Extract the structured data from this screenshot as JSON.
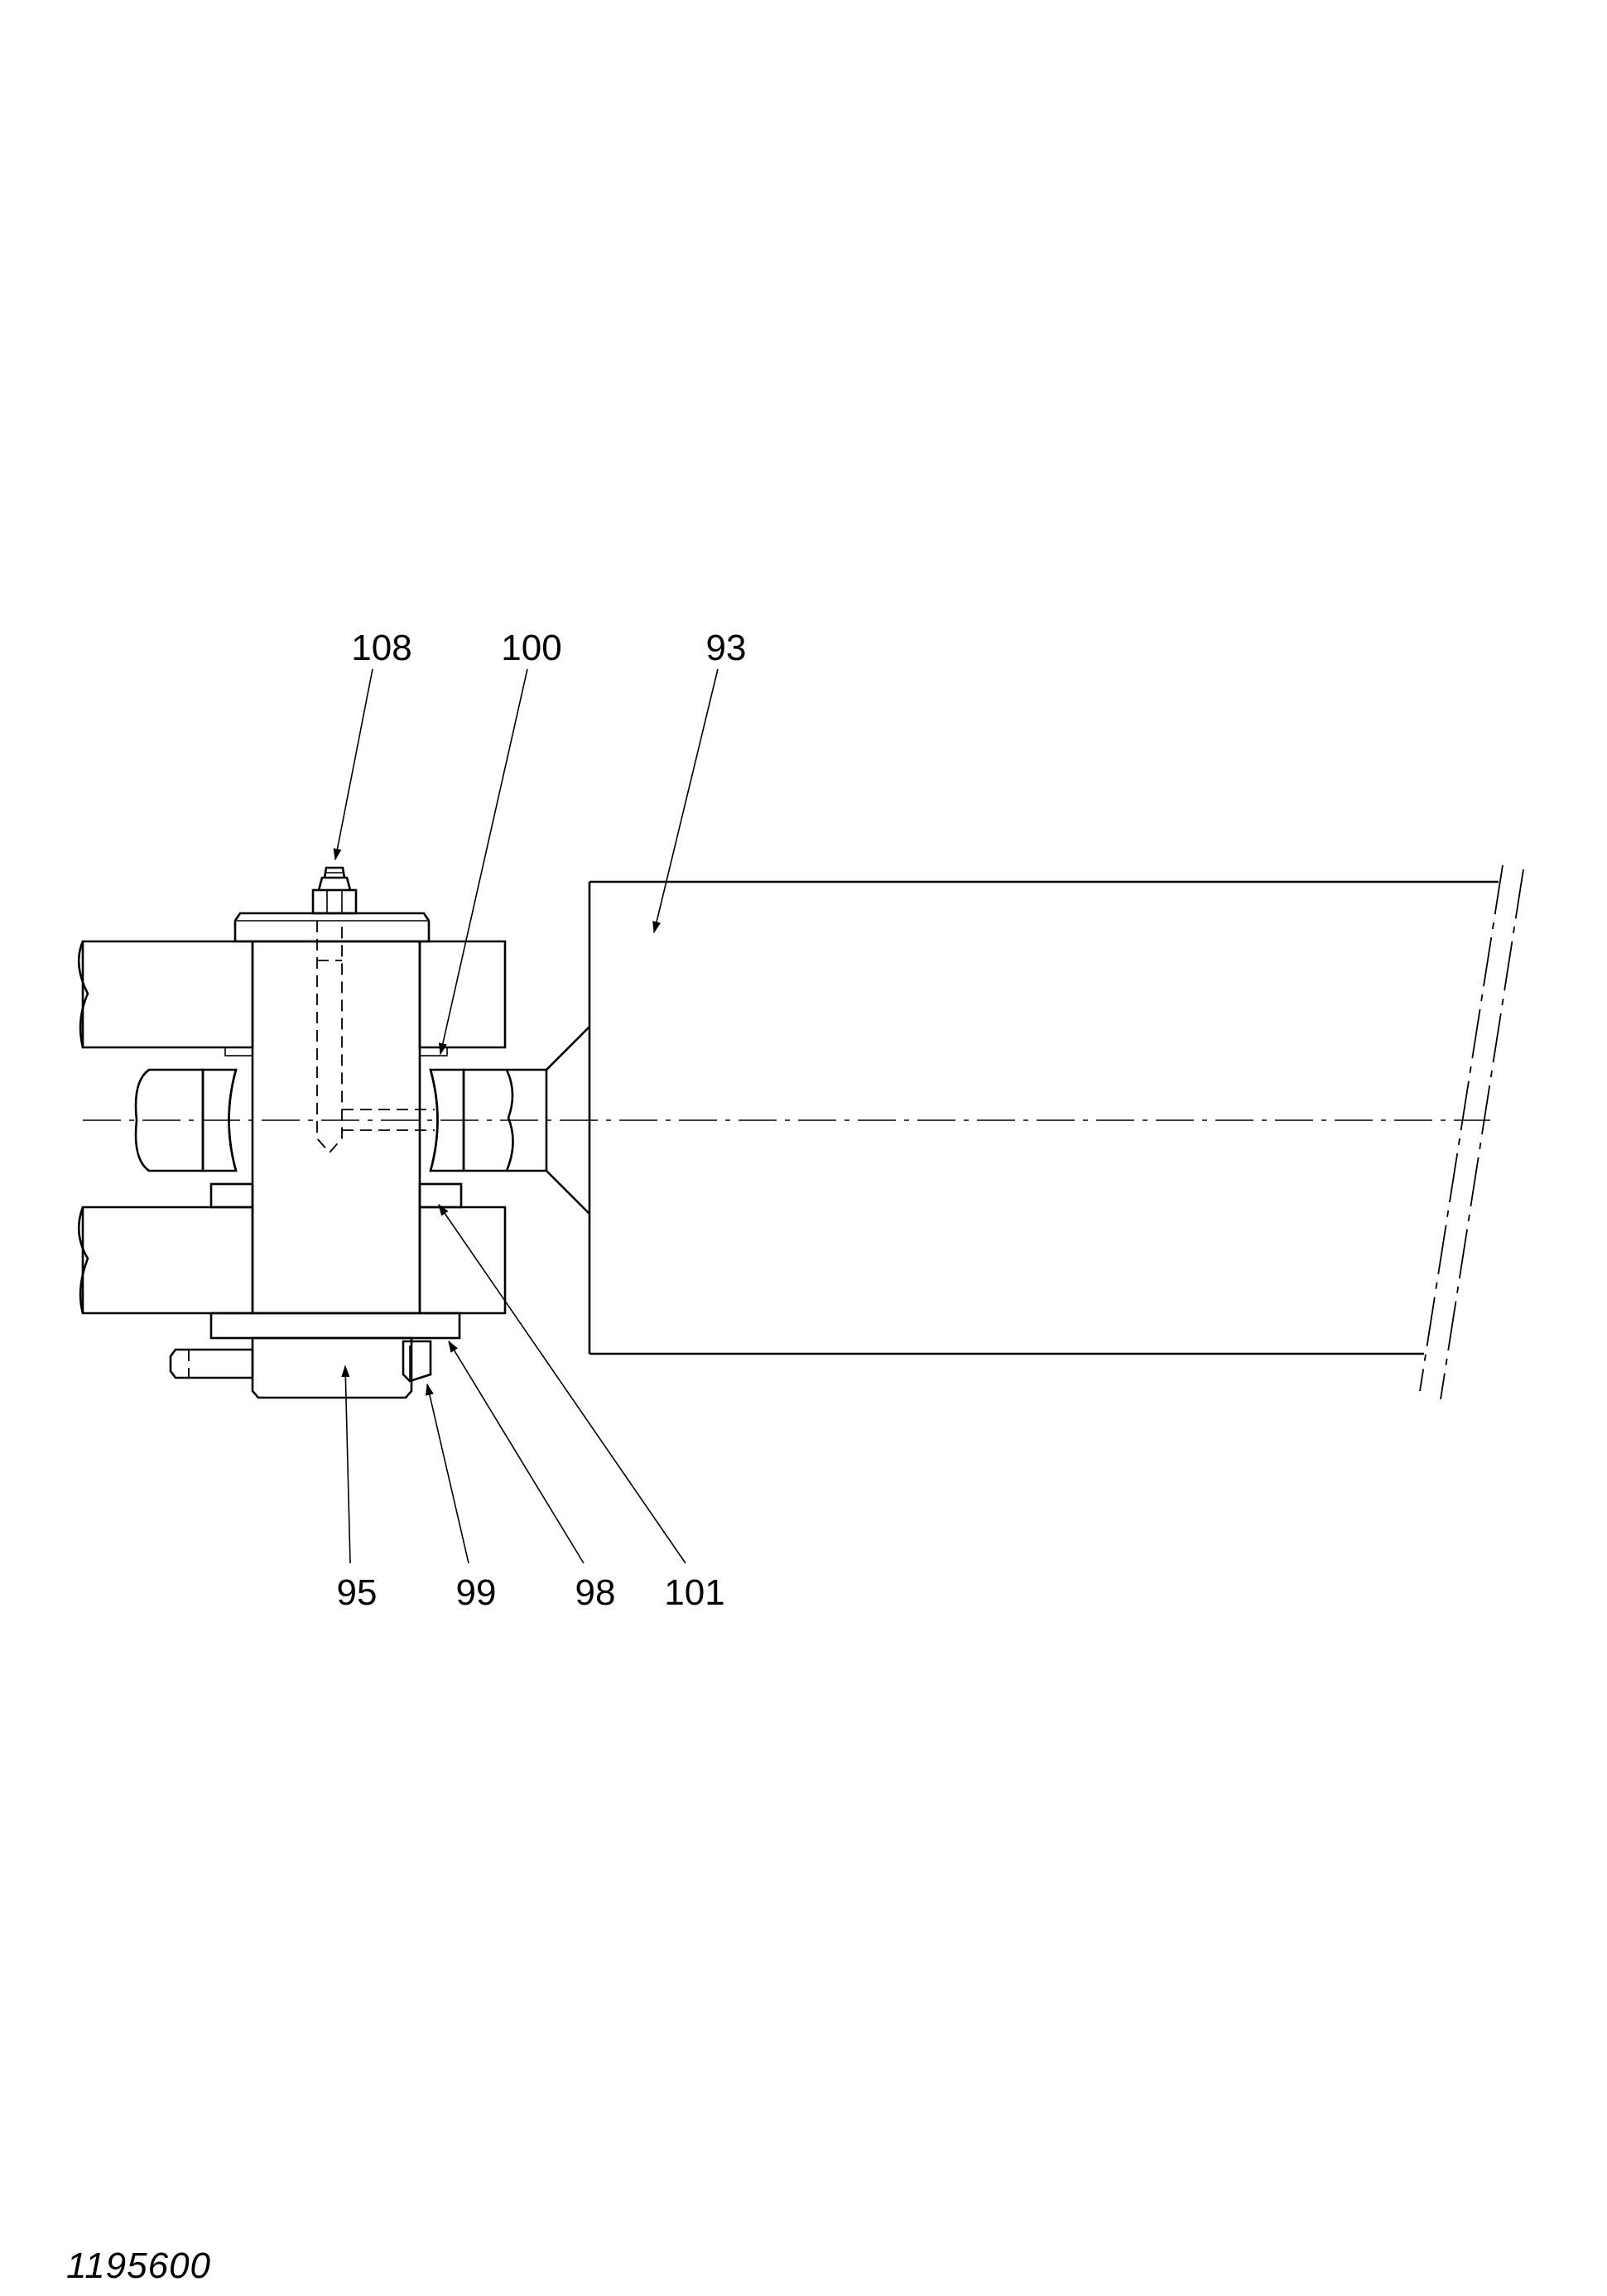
{
  "drawing_number": "1195600",
  "callouts": [
    {
      "id": "108",
      "label": "108"
    },
    {
      "id": "100",
      "label": "100"
    },
    {
      "id": "93",
      "label": "93"
    },
    {
      "id": "95",
      "label": "95"
    },
    {
      "id": "99",
      "label": "99"
    },
    {
      "id": "98",
      "label": "98"
    },
    {
      "id": "101",
      "label": "101"
    }
  ]
}
